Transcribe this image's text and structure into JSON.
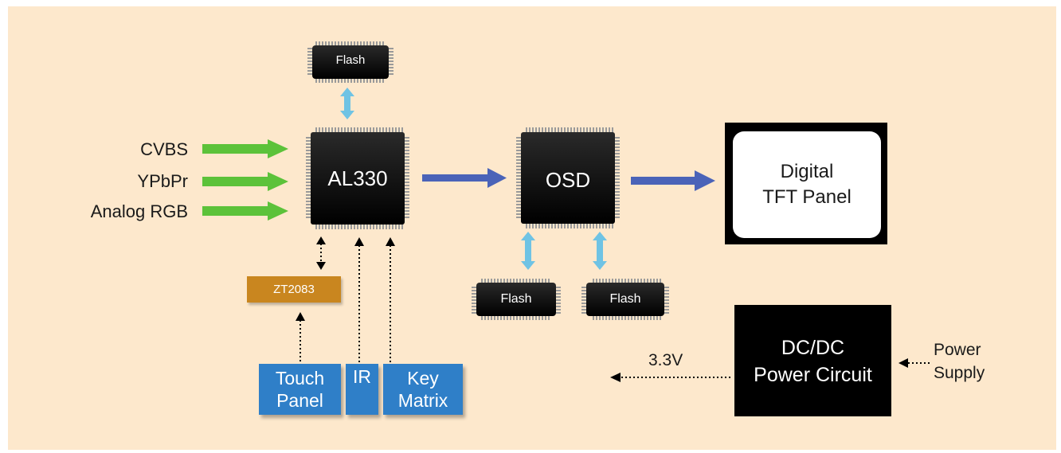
{
  "colors": {
    "background": "#fde8cc",
    "input_arrow": "#5cc23a",
    "signal_arrow": "#4a63b8",
    "bus_arrow": "#6fc3e4",
    "chip_body": "#000000",
    "touch_chip": "#c9861f",
    "input_device": "#2f7fc8"
  },
  "inputs": [
    "CVBS",
    "YPbPr",
    "Analog RGB"
  ],
  "chips": {
    "main": "AL330",
    "osd": "OSD",
    "flash_top": "Flash",
    "flash_osd_left": "Flash",
    "flash_osd_right": "Flash",
    "touch_controller": "ZT2083"
  },
  "display": {
    "line1": "Digital",
    "line2": "TFT Panel"
  },
  "input_devices": {
    "touch_panel": {
      "line1": "Touch",
      "line2": "Panel"
    },
    "ir": "IR",
    "key_matrix": {
      "line1": "Key",
      "line2": "Matrix"
    }
  },
  "power": {
    "block_line1": "DC/DC",
    "block_line2": "Power Circuit",
    "supply_line1": "Power",
    "supply_line2": "Supply",
    "output_voltage": "3.3V"
  }
}
